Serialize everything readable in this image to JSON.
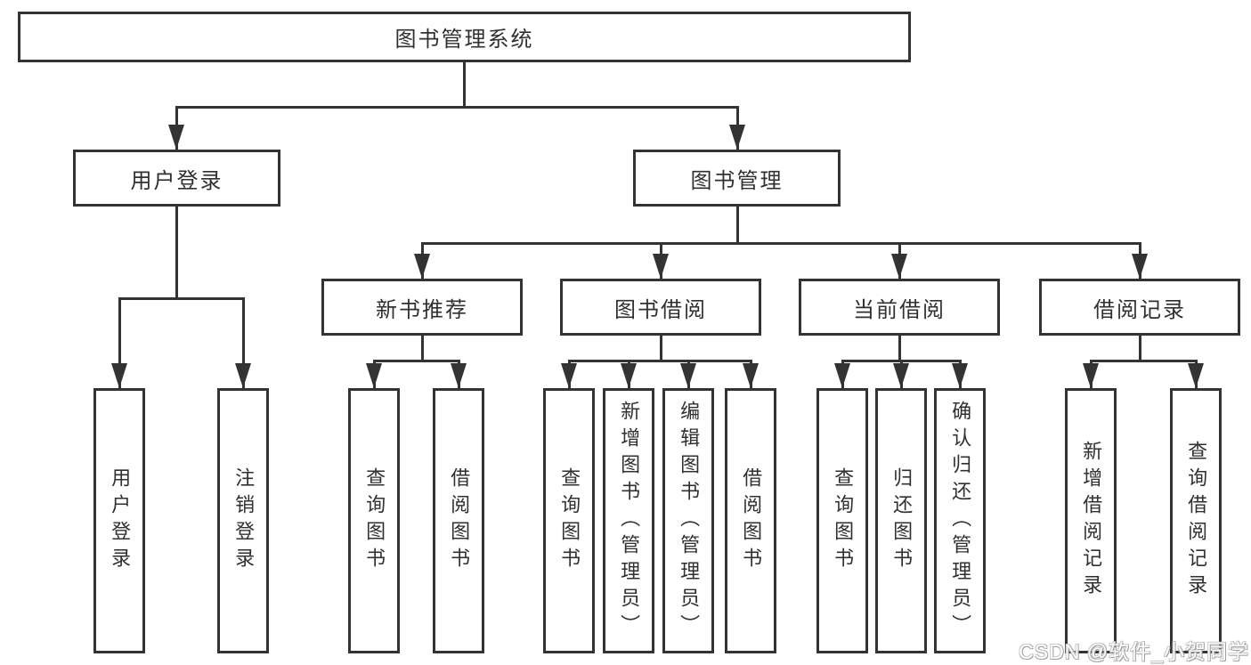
{
  "tree": {
    "label": "图书管理系统",
    "children": [
      {
        "label": "用户登录",
        "children": [
          {
            "label": "用户登录"
          },
          {
            "label": "注销登录"
          }
        ]
      },
      {
        "label": "图书管理",
        "children": [
          {
            "label": "新书推荐",
            "children": [
              {
                "label": "查询图书"
              },
              {
                "label": "借阅图书"
              }
            ]
          },
          {
            "label": "图书借阅",
            "children": [
              {
                "label": "查询图书"
              },
              {
                "label": "新增图书（管理员）"
              },
              {
                "label": "编辑图书（管理员）"
              },
              {
                "label": "借阅图书"
              }
            ]
          },
          {
            "label": "当前借阅",
            "children": [
              {
                "label": "查询图书"
              },
              {
                "label": "归还图书"
              },
              {
                "label": "确认归还（管理员）"
              }
            ]
          },
          {
            "label": "借阅记录",
            "children": [
              {
                "label": "新增借阅记录"
              },
              {
                "label": "查询借阅记录"
              }
            ]
          }
        ]
      }
    ]
  },
  "watermark": {
    "text": "CSDN @软件_小贺同学"
  },
  "colors": {
    "line": "#333333",
    "text": "#303030",
    "background": "#ffffff",
    "watermark_fill": "#ffffff",
    "watermark_outline": "#b5b5b5"
  }
}
